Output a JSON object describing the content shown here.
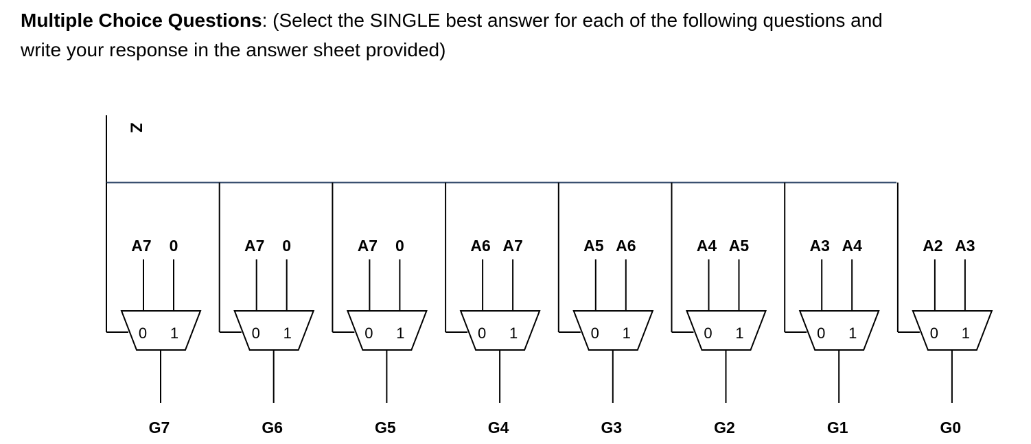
{
  "header": {
    "bold_text": "Multiple Choice Questions",
    "rest_text": ": (Select the SINGLE best answer for each of the following questions and write your response in the answer sheet provided)"
  },
  "diagram": {
    "select_signal": "Z",
    "muxes": [
      {
        "in0": "A7",
        "in1": "0",
        "sel0": "0",
        "sel1": "1",
        "output": "G7"
      },
      {
        "in0": "A7",
        "in1": "0",
        "sel0": "0",
        "sel1": "1",
        "output": "G6"
      },
      {
        "in0": "A7",
        "in1": "0",
        "sel0": "0",
        "sel1": "1",
        "output": "G5"
      },
      {
        "in0": "A6",
        "in1": "A7",
        "sel0": "0",
        "sel1": "1",
        "output": "G4"
      },
      {
        "in0": "A5",
        "in1": "A6",
        "sel0": "0",
        "sel1": "1",
        "output": "G3"
      },
      {
        "in0": "A4",
        "in1": "A5",
        "sel0": "0",
        "sel1": "1",
        "output": "G2"
      },
      {
        "in0": "A3",
        "in1": "A4",
        "sel0": "0",
        "sel1": "1",
        "output": "G1"
      },
      {
        "in0": "A2",
        "in1": "A3",
        "sel0": "0",
        "sel1": "1",
        "output": "G0"
      }
    ]
  }
}
